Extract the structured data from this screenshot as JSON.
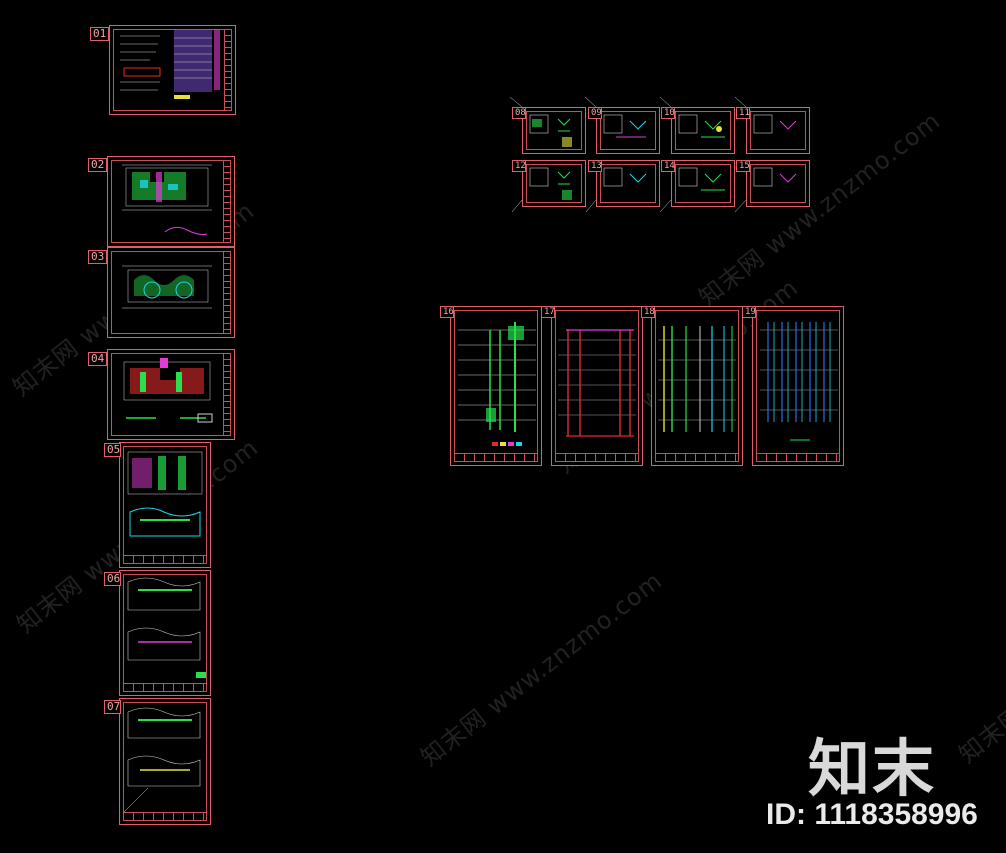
{
  "canvas": {
    "background": "#000000",
    "frame_color": "#e0606a"
  },
  "sheets": {
    "s01": "01",
    "s02": "02",
    "s03": "03",
    "s04": "04",
    "s05": "05",
    "s06": "06",
    "s07": "07",
    "s08": "08",
    "s09": "09",
    "s10": "10",
    "s11": "11",
    "s12": "12",
    "s13": "13",
    "s14": "14",
    "s15": "15",
    "s16": "16",
    "s17": "17",
    "s18": "18",
    "s19": "19"
  },
  "watermark": {
    "text": "知末网 www.znzmo.com",
    "color": "rgba(255,255,255,0.13)"
  },
  "brand": {
    "name": "知末",
    "id_label": "ID: 1118358996"
  },
  "palette": {
    "green": "#27e04b",
    "cyan": "#19d6e6",
    "magenta": "#e23bd6",
    "yellow": "#e6e23a",
    "red": "#e02b2b",
    "white": "#d0d0d0",
    "blue": "#2b6ae6"
  }
}
